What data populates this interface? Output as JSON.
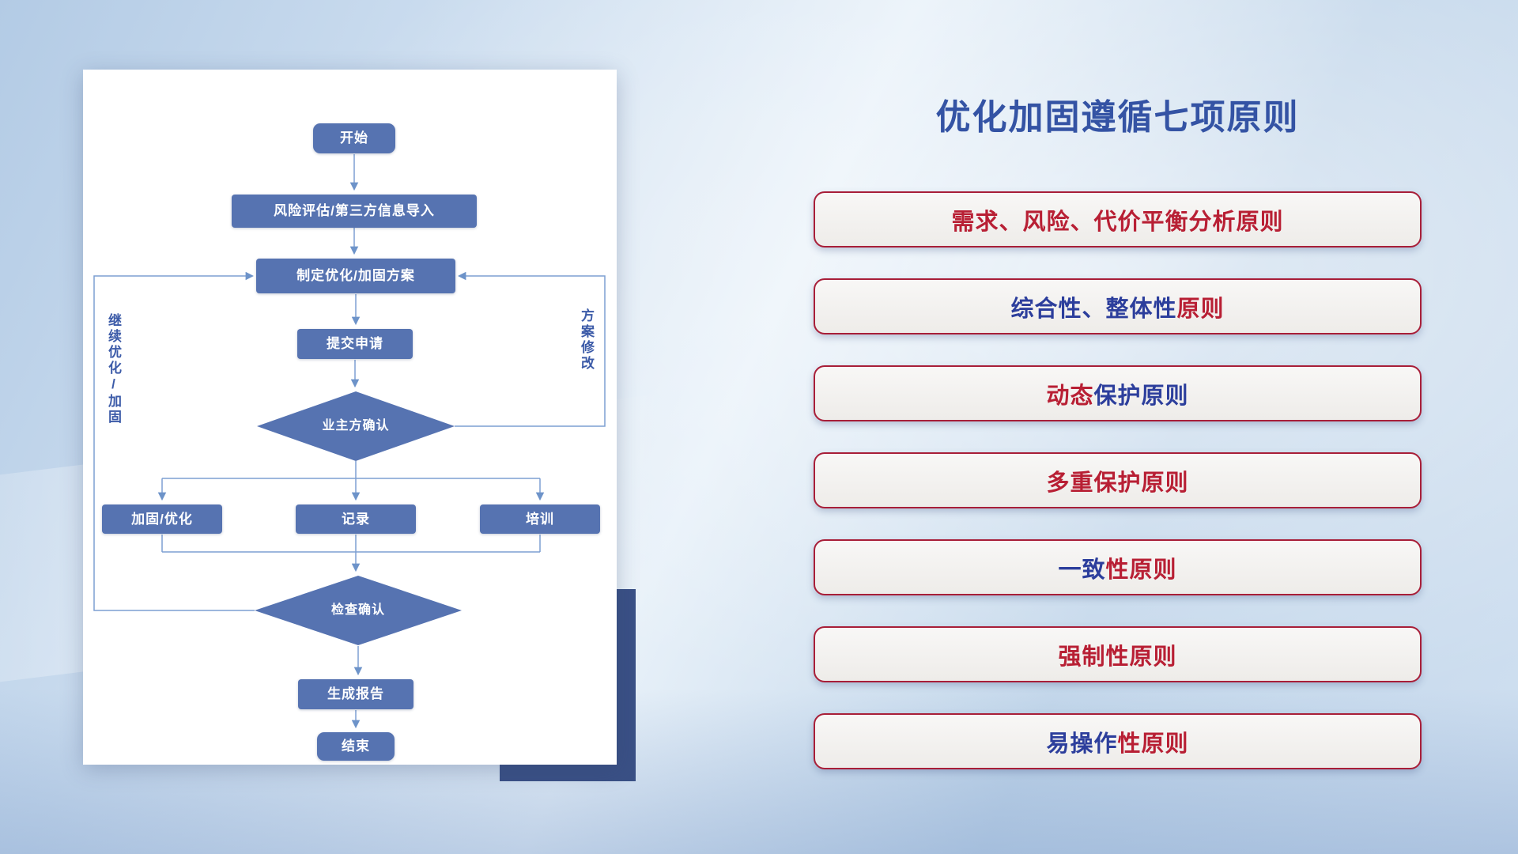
{
  "colors": {
    "node_fill": "#5673b1",
    "connector": "#7d9fd2",
    "accent_navy": "#3a5085",
    "pill_border": "#a81e38",
    "principle_red": "#b81f34",
    "principle_blue": "#2c3e9c",
    "title_blue": "#3453a4"
  },
  "flowchart": {
    "nodes": {
      "start": "开始",
      "risk_import": "风险评估/第三方信息导入",
      "make_plan": "制定优化/加固方案",
      "submit_request": "提交申请",
      "owner_confirm": "业主方确认",
      "harden_optimize": "加固/优化",
      "record": "记录",
      "training": "培训",
      "check_confirm": "检查确认",
      "generate_report": "生成报告",
      "end": "结束"
    },
    "loop_labels": {
      "left": "继续优化/加固",
      "right": "方案修改"
    }
  },
  "panel": {
    "title": "优化加固遵循七项原则",
    "title_color": "#3453a4",
    "principles": [
      {
        "segments": [
          {
            "text": "需求、风险、代价平衡分析原则",
            "color": "#b81f34"
          }
        ]
      },
      {
        "segments": [
          {
            "text": "综合性、整体性",
            "color": "#2c3e9c"
          },
          {
            "text": "原则",
            "color": "#b81f34"
          }
        ]
      },
      {
        "segments": [
          {
            "text": "动态",
            "color": "#b81f34"
          },
          {
            "text": "保护原则",
            "color": "#2c3e9c"
          }
        ]
      },
      {
        "segments": [
          {
            "text": "多重保护原则",
            "color": "#b81f34"
          }
        ]
      },
      {
        "segments": [
          {
            "text": "一致",
            "color": "#2c3e9c"
          },
          {
            "text": "性原则",
            "color": "#b81f34"
          }
        ]
      },
      {
        "segments": [
          {
            "text": "强制性原则",
            "color": "#b81f34"
          }
        ]
      },
      {
        "segments": [
          {
            "text": "易操作",
            "color": "#2c3e9c"
          },
          {
            "text": "性原则",
            "color": "#b81f34"
          }
        ]
      }
    ]
  }
}
